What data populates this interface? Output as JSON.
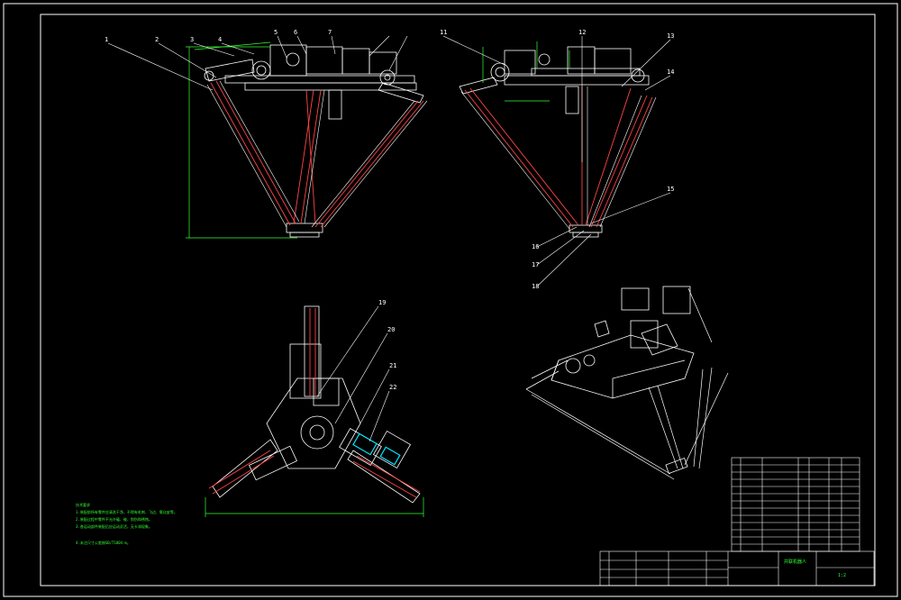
{
  "drawing": {
    "colors": {
      "background": "#000000",
      "frame": "#ffffff",
      "link_rod": "#ff4444",
      "dimension": "#33ff33",
      "leader": "#ffffff",
      "highlight_part": "#00e5ff"
    },
    "views": [
      "front-view",
      "side-view",
      "top-view",
      "isometric-view"
    ],
    "leader_numbers_front": [
      "1",
      "2",
      "3",
      "4",
      "5",
      "6",
      "7"
    ],
    "leader_numbers_side": [
      "11",
      "12",
      "13",
      "14",
      "15",
      "16",
      "17",
      "18"
    ],
    "leader_numbers_top": [
      "19",
      "20",
      "21",
      "22"
    ],
    "tech_notes_title": "技术要求",
    "tech_notes": [
      "1.装配前所有零件应清洗干净，不得有毛刺、飞边、氧化皮等。",
      "2.装配过程中零件不允许磕、碰、划伤和锈蚀。",
      "3.各运动部件装配后应运动灵活，无卡滞现象。",
      "4.未注尺寸公差按GB/T1804-m。"
    ],
    "title_block": {
      "drawing_name": "并联机器人",
      "scale": "1:2"
    }
  }
}
